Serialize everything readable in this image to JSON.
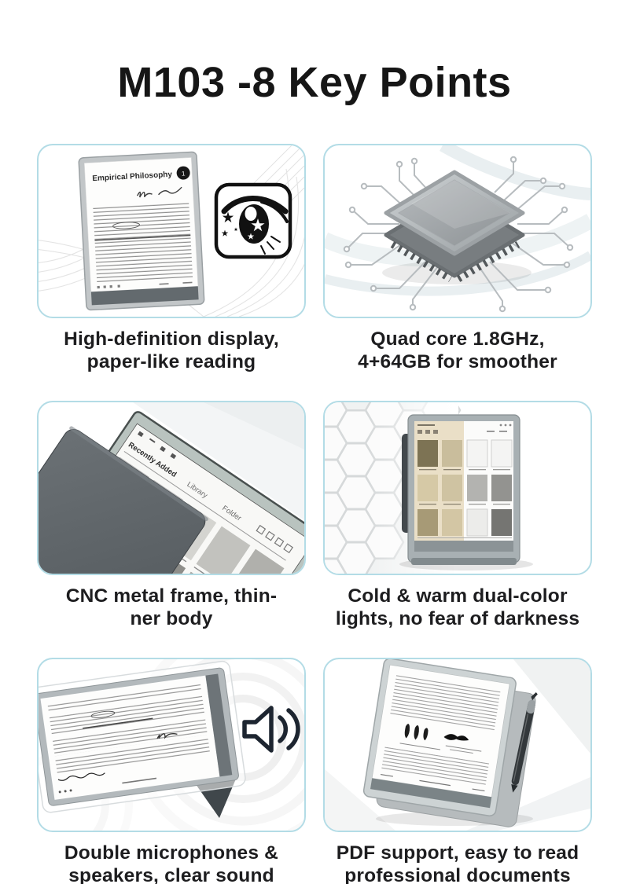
{
  "page": {
    "title": "M103 -8 Key Points"
  },
  "colors": {
    "card_border": "#b3dce6",
    "title_text": "#161616",
    "caption_text": "#1d1d1f",
    "device_chin": "#6d7478",
    "warm_light": "#eadfc7",
    "cold_light": "#fbfbfa"
  },
  "icons": {
    "eye": "eye-with-stars",
    "chip": "cpu-chip-with-traces",
    "speaker": "speaker-with-sound-waves",
    "pen": "stylus-pen"
  },
  "cards": [
    {
      "name": "high-definition-display",
      "caption_line1": "High-definition display,",
      "caption_line2": "paper-like reading",
      "screen": {
        "title": "Empirical Philosophy",
        "page_badge": "1"
      }
    },
    {
      "name": "quad-core",
      "caption_line1": "Quad core 1.8GHz,",
      "caption_line2": "4+64GB for smoother"
    },
    {
      "name": "cnc-metal-frame",
      "caption_line1": "CNC metal frame, thin-",
      "caption_line2": "ner body",
      "screen": {
        "tab1": "Recently Added",
        "tab2": "Library",
        "tab3": "Folder"
      }
    },
    {
      "name": "dual-color-lights",
      "caption_line1": "Cold & warm dual-color",
      "caption_line2": "lights, no fear of darkness"
    },
    {
      "name": "mic-speakers",
      "caption_line1": "Double microphones &",
      "caption_line2": "speakers, clear sound"
    },
    {
      "name": "pdf-support",
      "caption_line1": "PDF support, easy to read",
      "caption_line2": "professional documents"
    }
  ]
}
